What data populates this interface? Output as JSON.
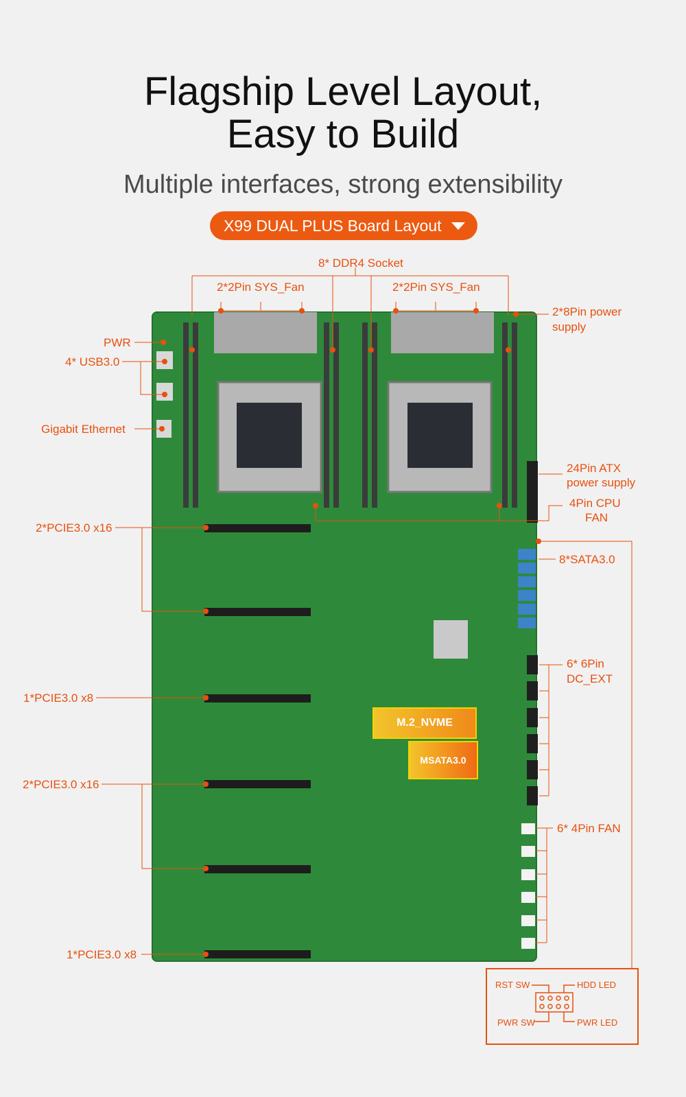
{
  "header": {
    "title_line1": "Flagship Level Layout,",
    "title_line2": "Easy to Build",
    "subtitle": "Multiple interfaces, strong extensibility",
    "pill_label": "X99 DUAL PLUS Board Layout"
  },
  "colors": {
    "accent": "#ec5a12",
    "board": "#2e8a3a",
    "background": "#f1f1f1"
  },
  "labels": {
    "ddr4": "8* DDR4 Socket",
    "sys_fan_left": "2*2Pin SYS_Fan",
    "sys_fan_right": "2*2Pin SYS_Fan",
    "power_8pin_1": "2*8Pin power",
    "power_8pin_2": "supply",
    "pwr": "PWR",
    "usb": "4* USB3.0",
    "ethernet": "Gigabit Ethernet",
    "atx_1": "24Pin ATX",
    "atx_2": "power supply",
    "cpu_fan_1": "4Pin CPU",
    "cpu_fan_2": "FAN",
    "pcie_1": "2*PCIE3.0 x16",
    "sata": "8*SATA3.0",
    "dc_ext_1": "6* 6Pin",
    "dc_ext_2": "DC_EXT",
    "pcie_2": "1*PCIE3.0 x8",
    "m2": "M.2_NVME",
    "msata": "MSATA3.0",
    "pcie_3": "2*PCIE3.0 x16",
    "fan4": "6* 4Pin FAN",
    "pcie_4": "1*PCIE3.0 x8"
  },
  "front_panel": {
    "rst_sw": "RST SW",
    "hdd_led": "HDD LED",
    "pwr_sw": "PWR SW",
    "pwr_led": "PWR LED"
  }
}
